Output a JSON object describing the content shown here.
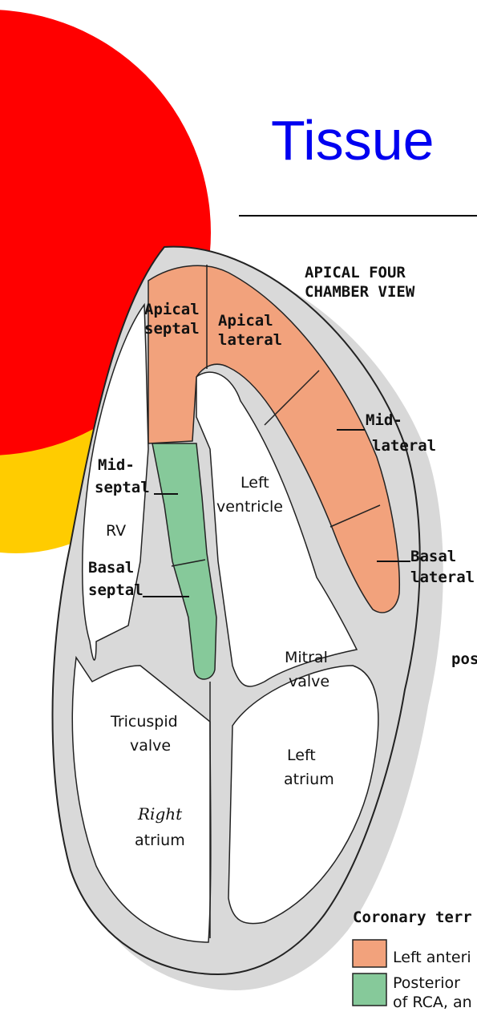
{
  "slide": {
    "title": "Tissue"
  },
  "diagram": {
    "view_title_line1": "APICAL FOUR",
    "view_title_line2": "CHAMBER VIEW",
    "labels": {
      "apical_septal_1": "Apical",
      "apical_septal_2": "septal",
      "apical_lateral_1": "Apical",
      "apical_lateral_2": "lateral",
      "mid_lateral_1": "Mid-",
      "mid_lateral_2": "lateral",
      "basal_lateral_1": "Basal",
      "basal_lateral_2": "lateral",
      "mid_septal_1": "Mid-",
      "mid_septal_2": "septal",
      "rv": "RV",
      "basal_septal_1": "Basal",
      "basal_septal_2": "septal",
      "left_ventricle_1": "Left",
      "left_ventricle_2": "ventricle",
      "mitral_valve_1": "Mitral",
      "mitral_valve_2": "valve",
      "tricuspid_valve_1": "Tricuspid",
      "tricuspid_valve_2": "valve",
      "left_atrium_1": "Left",
      "left_atrium_2": "atrium",
      "right_atrium_1": "Right",
      "right_atrium_2": "atrium",
      "pos_fragment": "pos"
    },
    "legend": {
      "title": "Coronary terr",
      "items": [
        {
          "label_line1": "Left anteri",
          "label_line2": "",
          "color": "#f2a27c"
        },
        {
          "label_line1": "Posterior",
          "label_line2": "of RCA, an",
          "color": "#86c99a"
        }
      ]
    },
    "colors": {
      "lad_territory": "#f2a27c",
      "rca_territory": "#86c99a",
      "wall": "#d9d9d9",
      "red_circle": "#ff0000",
      "yellow_circle": "#ffcc00"
    }
  }
}
